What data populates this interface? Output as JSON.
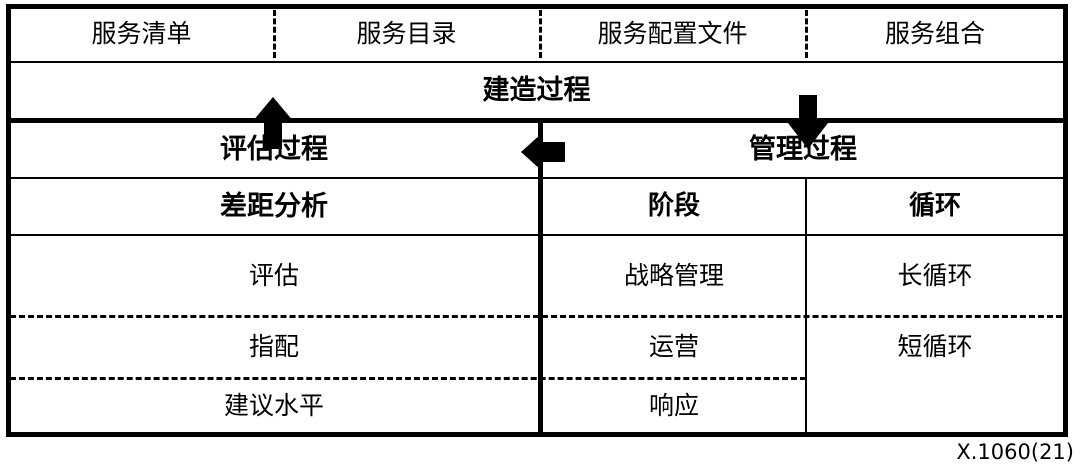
{
  "figure": {
    "caption": "X.1060(21)",
    "outer_border_color": "#000000",
    "background_color": "#ffffff"
  },
  "rows": {
    "service_items": {
      "cells": [
        {
          "label": "服务清单"
        },
        {
          "label": "服务目录"
        },
        {
          "label": "服务配置文件"
        },
        {
          "label": "服务组合"
        }
      ]
    },
    "build_process": {
      "label": "建造过程"
    },
    "processes": {
      "left": {
        "label": "评估过程"
      },
      "right": {
        "label": "管理过程"
      }
    },
    "subheaders": {
      "gap_analysis": "差距分析",
      "stage": "阶段",
      "cycle": "循环"
    },
    "data": [
      {
        "gap_analysis": "评估",
        "stage": "战略管理",
        "cycle": "长循环"
      },
      {
        "gap_analysis": "指配",
        "stage": "运营",
        "cycle": "短循环"
      },
      {
        "gap_analysis": "建议水平",
        "stage": "响应",
        "cycle": ""
      }
    ]
  },
  "arrows": {
    "up_arrow": {
      "name": "up-arrow",
      "direction": "up"
    },
    "down_arrow": {
      "name": "down-arrow",
      "direction": "down"
    },
    "left_arrow": {
      "name": "left-arrow",
      "direction": "left"
    }
  }
}
